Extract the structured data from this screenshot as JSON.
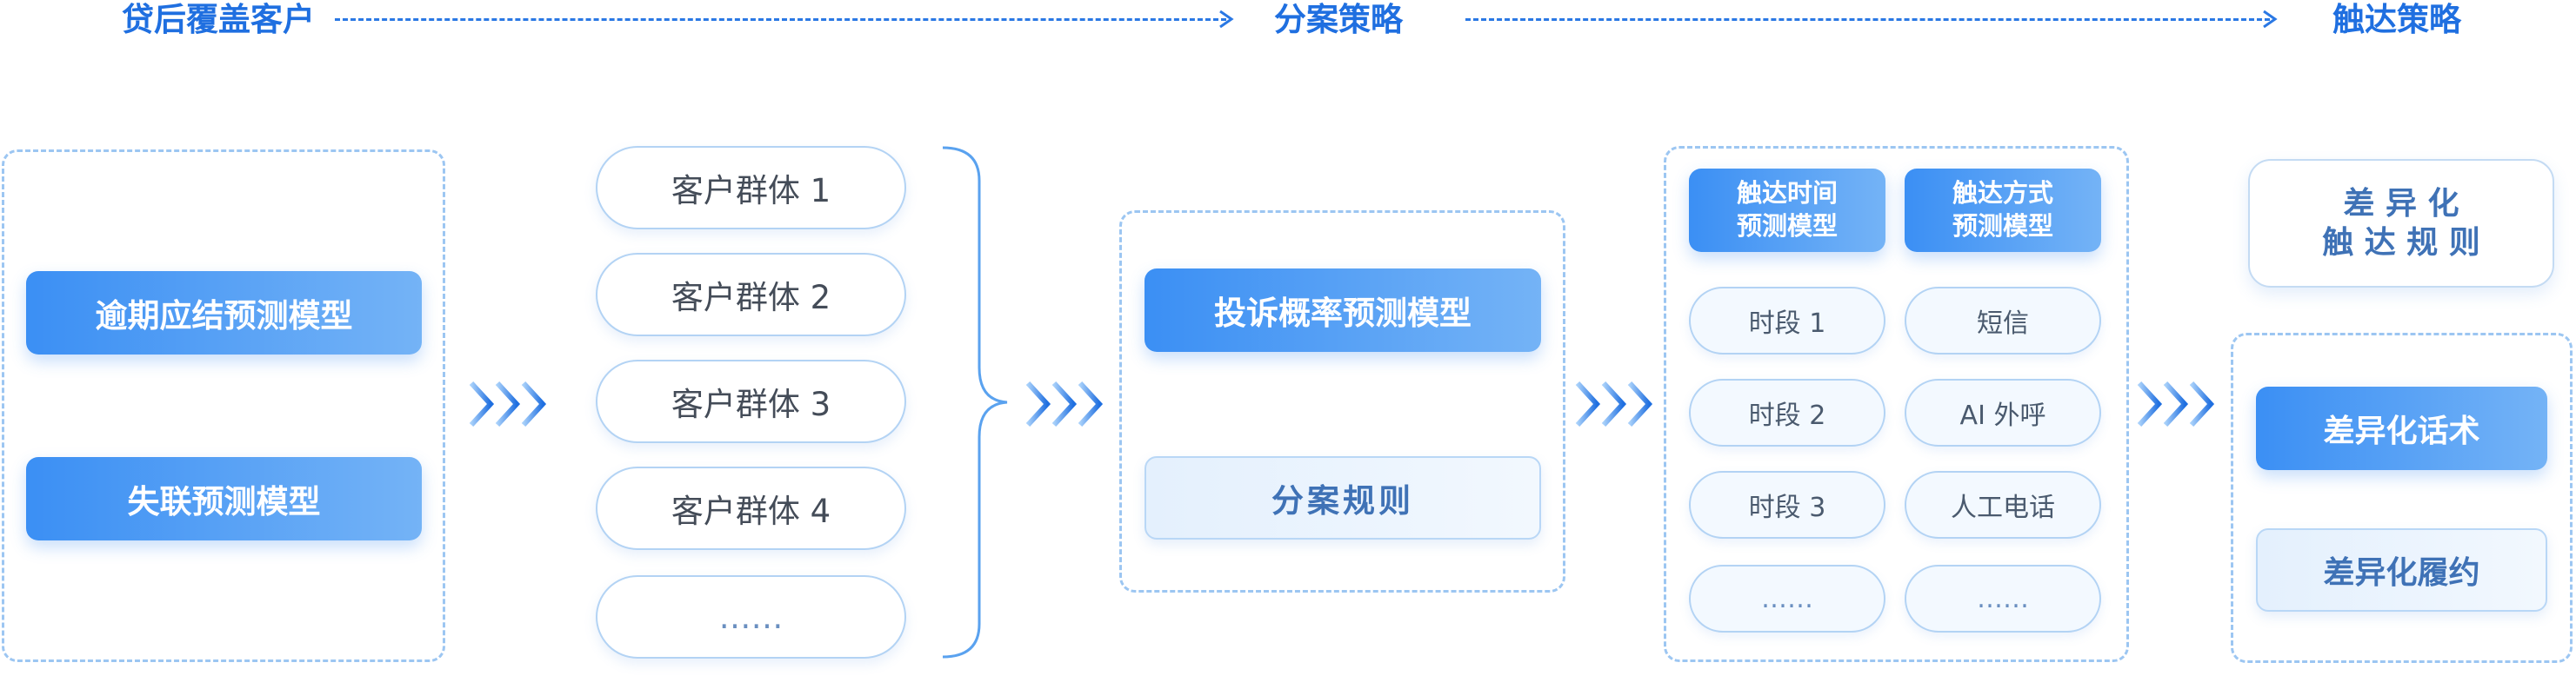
{
  "header": {
    "stage1": "贷后覆盖客户",
    "stage2": "分案策略",
    "stage3": "触达策略"
  },
  "col1": {
    "models": [
      "逾期应结预测模型",
      "失联预测模型"
    ]
  },
  "col2": {
    "groups": [
      "客户群体 1",
      "客户群体 2",
      "客户群体 3",
      "客户群体 4",
      "……"
    ]
  },
  "col3": {
    "model": "投诉概率预测模型",
    "rule": "分案规则"
  },
  "col4": {
    "time_model_line1": "触达时间",
    "time_model_line2": "预测模型",
    "method_model_line1": "触达方式",
    "method_model_line2": "预测模型",
    "periods": [
      "时段 1",
      "时段 2",
      "时段 3",
      "……"
    ],
    "methods": [
      "短信",
      "AI 外呼",
      "人工电话",
      "……"
    ]
  },
  "col5": {
    "rules_line1": "差 异 化",
    "rules_line2": "触 达 规 则",
    "script": "差异化话术",
    "fulfill": "差异化履约"
  },
  "colors": {
    "accent": "#1f6fe0",
    "block_blue": "#3b8ff4",
    "dashed_border": "#9cc6f2"
  }
}
